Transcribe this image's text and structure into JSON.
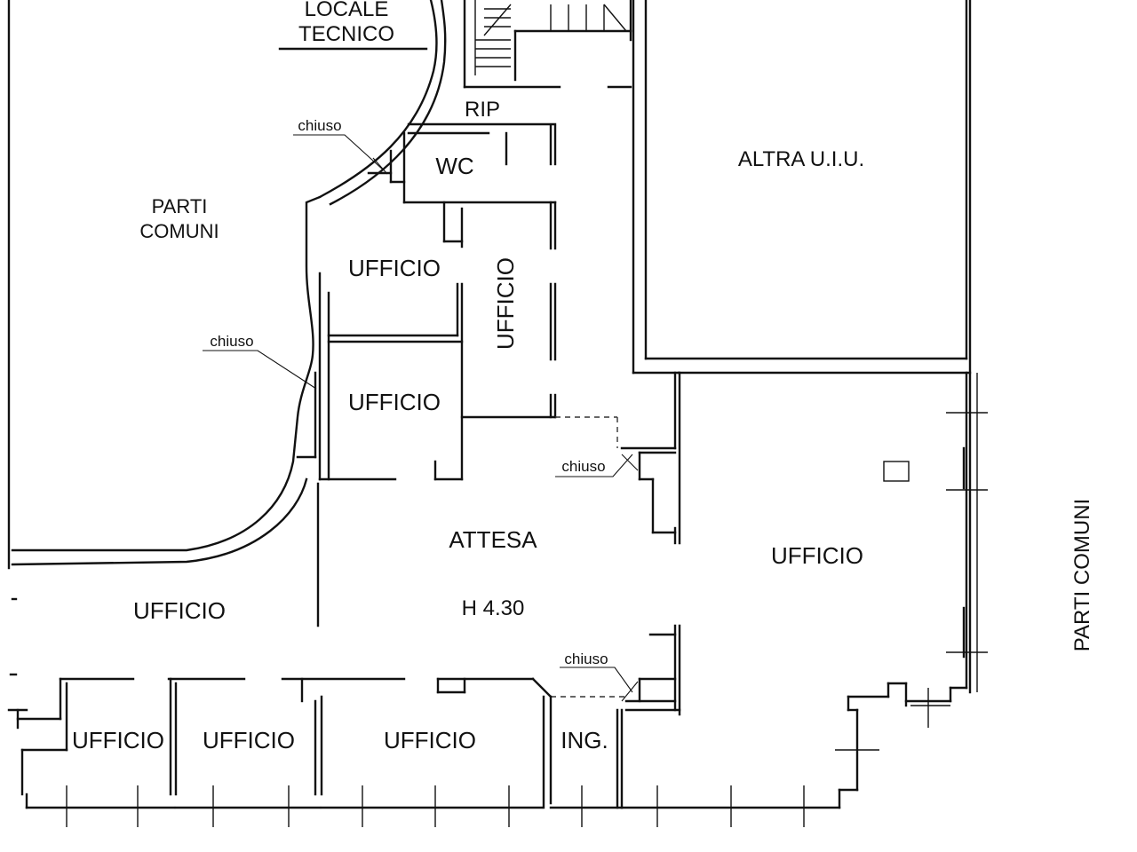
{
  "plan": {
    "labels": {
      "locale_tecnico_1": "LOCALE",
      "locale_tecnico_2": "TECNICO",
      "rip": "RIP",
      "wc": "WC",
      "altra_uiu": "ALTRA U.I.U.",
      "parti_comuni_1": "PARTI",
      "parti_comuni_2": "COMUNI",
      "parti_comuni_right": "PARTI COMUNI",
      "ufficio_upper": "UFFICIO",
      "ufficio_vertical": "UFFICIO",
      "ufficio_middle": "UFFICIO",
      "attesa": "ATTESA",
      "height": "H 4.30",
      "ufficio_large_right": "UFFICIO",
      "ufficio_left": "UFFICIO",
      "ufficio_bottom_1": "UFFICIO",
      "ufficio_bottom_2": "UFFICIO",
      "ufficio_bottom_3": "UFFICIO",
      "ing": "ING."
    },
    "annotations": {
      "chiuso_1": "chiuso",
      "chiuso_2": "chiuso",
      "chiuso_3": "chiuso",
      "chiuso_4": "chiuso"
    }
  }
}
